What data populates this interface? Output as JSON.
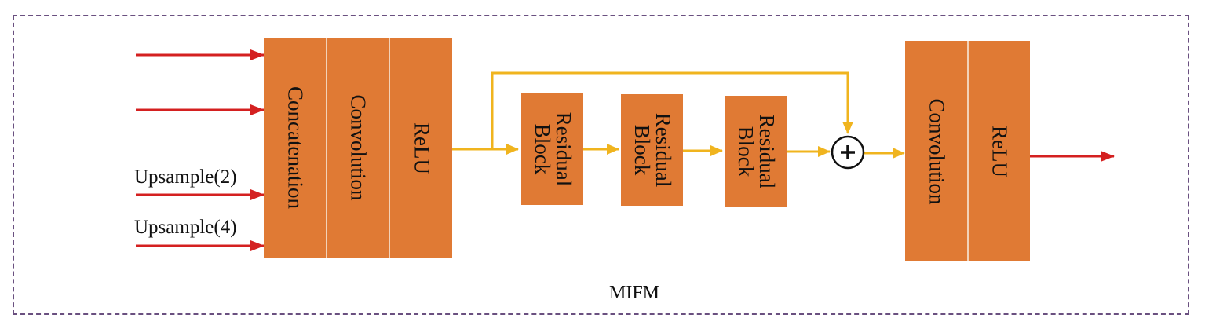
{
  "module_label": "MIFM",
  "input_labels": [
    "Upsample(2)",
    "Upsample(4)"
  ],
  "stage1": {
    "blocks": [
      "Concatenation",
      "Convolution",
      "ReLU"
    ]
  },
  "residual_blocks": [
    {
      "line1": "Residual",
      "line2": "Block"
    },
    {
      "line1": "Residual",
      "line2": "Block"
    },
    {
      "line1": "Residual",
      "line2": "Block"
    }
  ],
  "sum_node": {
    "symbol": "+"
  },
  "stage2": {
    "blocks": [
      "Convolution",
      "ReLU"
    ]
  },
  "colors": {
    "block_fill": "#e07a34",
    "input_arrow": "#d42020",
    "output_arrow": "#d42020",
    "flow_arrow": "#f0b41e",
    "frame_border": "#6a5080"
  }
}
